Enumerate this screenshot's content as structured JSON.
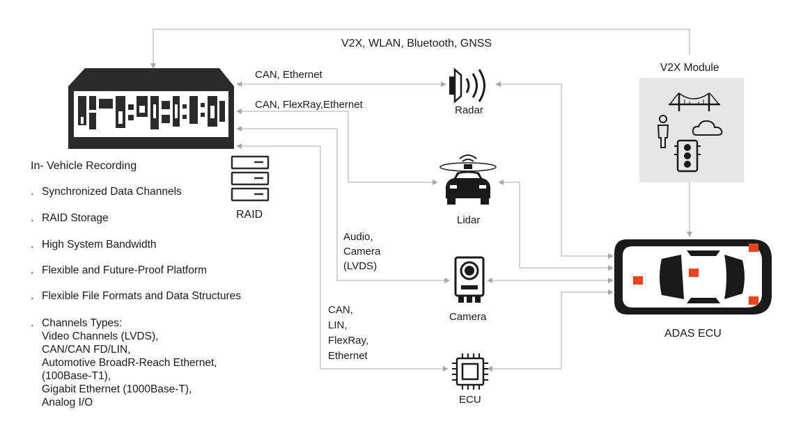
{
  "colors": {
    "line": "#a8a8a8",
    "recorder": "#2b2b2b",
    "module_bg": "#e6e6e6",
    "accent": "#e8451c",
    "icon": "#1a1a1a"
  },
  "connections": {
    "top": "V2X, WLAN, Bluetooth, GNSS",
    "radar_link": "CAN, Ethernet",
    "lidar_link": "CAN, FlexRay,Ethernet",
    "camera_link": "Audio,\nCamera\n(LVDS)",
    "ecu_link": "CAN,\nLIN,\nFlexRay,\nEthernet"
  },
  "recorder": {
    "heading": "In- Vehicle Recording",
    "raid_label": "RAID",
    "features": [
      "Synchronized Data Channels",
      "RAID Storage",
      "High System Bandwidth",
      "Flexible and Future-Proof Platform",
      "Flexible File Formats and Data Structures",
      "Channels Types:\nVideo Channels (LVDS),\nCAN/CAN FD/LIN,\nAutomotive BroadR-Reach Ethernet,\n(100Base-T1),\nGigabit Ethernet (1000Base-T),\nAnalog I/O"
    ]
  },
  "sensors": {
    "radar": "Radar",
    "lidar": "Lidar",
    "camera": "Camera",
    "ecu": "ECU"
  },
  "v2x_module": {
    "label": "V2X Module"
  },
  "adas": {
    "label": "ADAS ECU"
  },
  "icons": [
    "recorder-device-icon",
    "raid-icon",
    "radar-icon",
    "lidar-car-icon",
    "camera-icon",
    "chip-icon",
    "bridge-icon",
    "person-icon",
    "cloud-icon",
    "traffic-light-icon",
    "car-top-view-icon"
  ]
}
